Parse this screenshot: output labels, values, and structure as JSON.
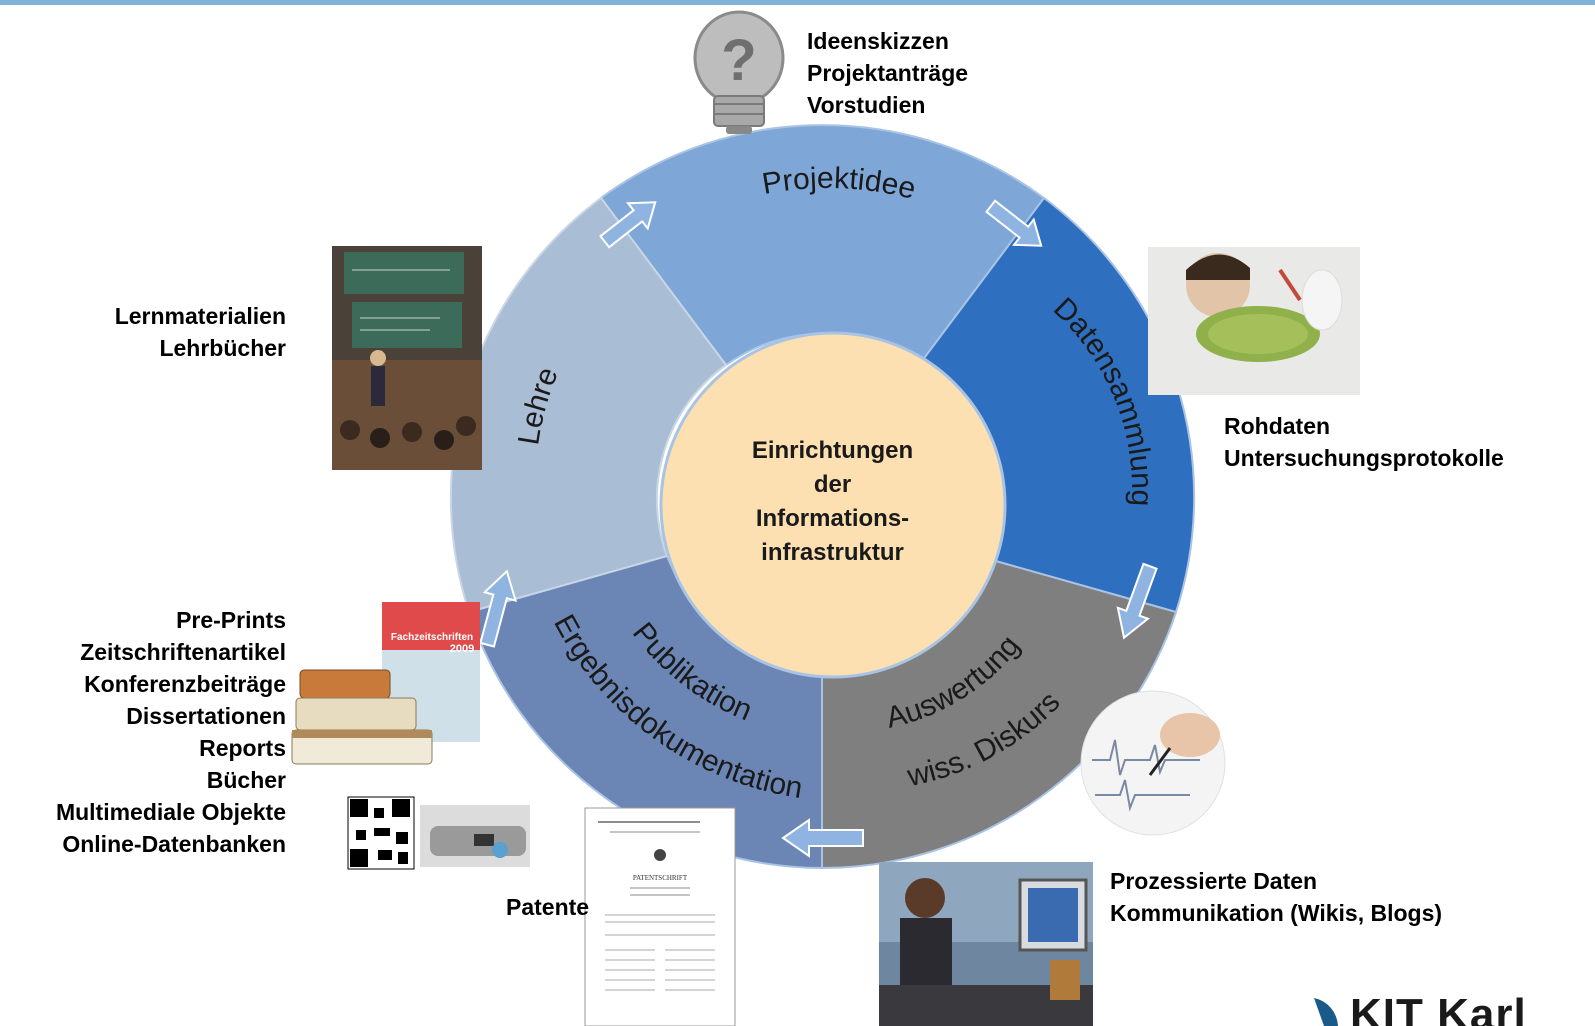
{
  "center": {
    "lines": [
      "Einrichtungen",
      "der",
      "Informations-",
      "infrastruktur"
    ]
  },
  "segments": {
    "projektidee": "Projektidee",
    "datensammlung": "Datensammlung",
    "auswertung_1": "Auswertung",
    "auswertung_2": "wiss. Diskurs",
    "publikation_1": "Publikation",
    "publikation_2": "Ergebnisdokumentation",
    "lehre": "Lehre"
  },
  "annotations": {
    "projektidee": [
      "Ideenskizzen",
      "Projektanträge",
      "Vorstudien"
    ],
    "datensammlung": [
      "Rohdaten",
      "Untersuchungsprotokolle"
    ],
    "auswertung": [
      "Prozessierte Daten",
      "Kommunikation (Wikis, Blogs)"
    ],
    "patente": "Patente",
    "publikation": [
      "Pre-Prints",
      "Zeitschriftenartikel",
      "Konferenzbeiträge",
      "Dissertationen",
      "Reports",
      "Bücher",
      "Multimediale Objekte",
      "Online-Datenbanken"
    ],
    "lehre": [
      "Lernmaterialien",
      "Lehrbücher"
    ]
  },
  "images": {
    "journal_cover_title": "Fachzeitschriften",
    "journal_cover_year": "2009",
    "patent_title": "PATENTSCHRIFT"
  },
  "logo": {
    "text": "KIT Karl"
  },
  "colors": {
    "projektidee": "#7ea6d6",
    "datensammlung": "#2e6fbf",
    "auswertung": "#7f7f7f",
    "publikation": "#6b86b5",
    "lehre": "#a9bdd5",
    "center": "#fde0b2",
    "arrow": "#8fb4e2"
  }
}
